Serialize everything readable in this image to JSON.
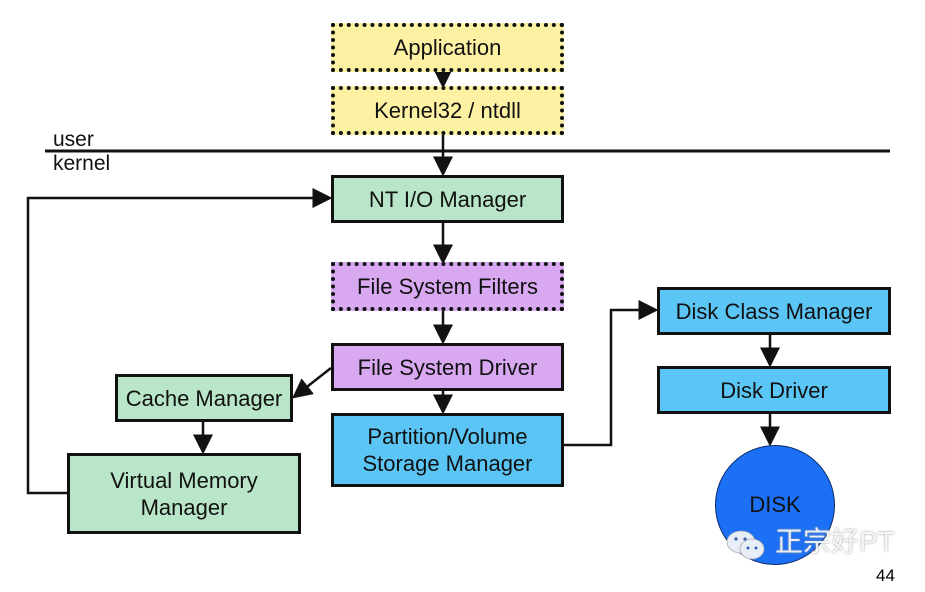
{
  "labels": {
    "user": "user",
    "kernel": "kernel"
  },
  "boxes": {
    "application": "Application",
    "kernel32": "Kernel32 / ntdll",
    "io_manager": "NT I/O Manager",
    "fs_filters": "File System Filters",
    "fs_driver": "File System Driver",
    "partition_line1": "Partition/Volume",
    "partition_line2": "Storage Manager",
    "cache_manager": "Cache Manager",
    "vmm_line1": "Virtual Memory",
    "vmm_line2": "Manager",
    "disk_class": "Disk Class Manager",
    "disk_driver": "Disk Driver",
    "disk": "DISK"
  },
  "colors": {
    "user_mode": "#fdf1a3",
    "manager_green": "#b9e5c9",
    "filesystem_purple": "#d8a8f0",
    "storage_blue": "#5bc6f6",
    "disk": "#1b70f5"
  },
  "watermark": "正宗好PT",
  "page_number": "44"
}
